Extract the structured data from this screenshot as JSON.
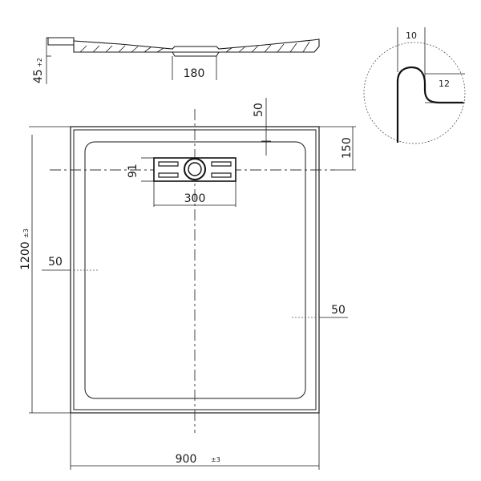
{
  "dimensions": {
    "depth": "45",
    "depth_tol": "+2",
    "outlet_spacing": "180",
    "rim_height": "50",
    "length": "1200",
    "length_tol": "±3",
    "outlet_offset": "150",
    "outlet_width": "91",
    "outlet_length": "300",
    "edge_left": "50",
    "edge_right": "50",
    "width": "900",
    "width_tol": "±3",
    "detail_top": "10",
    "detail_side": "12"
  }
}
